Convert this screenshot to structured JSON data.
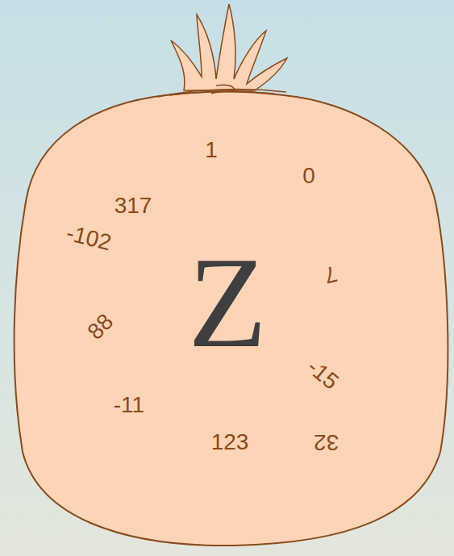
{
  "diagram": {
    "nodes": [
      {
        "text": [
          "1",
          "0",
          "317",
          "-102",
          "Z",
          "7",
          "88",
          "-15",
          "-11",
          "123",
          "32"
        ]
      }
    ]
  }
}
